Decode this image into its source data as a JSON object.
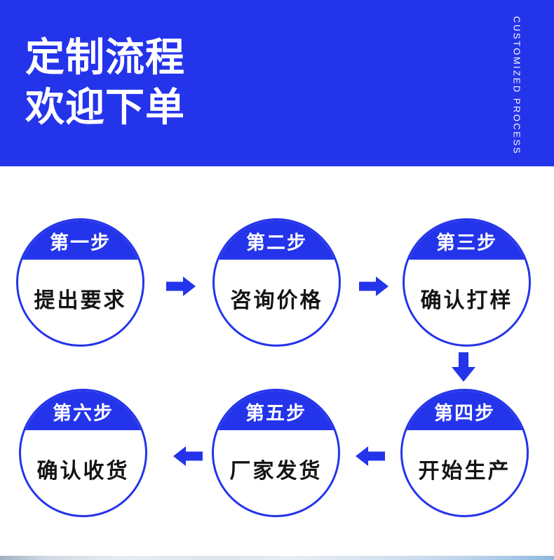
{
  "banner": {
    "title_line1": "定制流程",
    "title_line2": "欢迎下单",
    "side_label": "CUSTOMIZED PROCESS"
  },
  "steps": [
    {
      "label": "第一步",
      "text": "提出要求"
    },
    {
      "label": "第二步",
      "text": "咨询价格"
    },
    {
      "label": "第三步",
      "text": "确认打样"
    },
    {
      "label": "第四步",
      "text": "开始生产"
    },
    {
      "label": "第五步",
      "text": "厂家发货"
    },
    {
      "label": "第六步",
      "text": "确认收货"
    }
  ],
  "icons": {
    "right_arrow": "block-arrow-right",
    "down_arrow": "block-arrow-down",
    "left_arrow": "block-arrow-left"
  },
  "colors": {
    "primary_blue": "#2434EB",
    "banner_text": "#ffffff",
    "step_text": "#141414",
    "page_background": "#ffffff",
    "bottom_strip_left": "#9fb0c2",
    "bottom_strip_right": "#8fb8e0"
  }
}
